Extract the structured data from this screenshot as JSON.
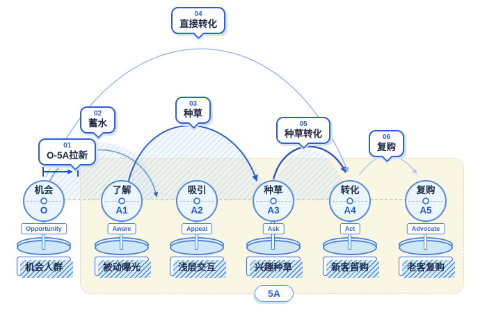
{
  "diagram": {
    "badge_5a": "5A"
  },
  "nodes": [
    {
      "title": "机会",
      "code": "O",
      "sign": "Opportunity",
      "label": "机会人群"
    },
    {
      "title": "了解",
      "code": "A1",
      "sign": "Aware",
      "label": "被动曝光"
    },
    {
      "title": "吸引",
      "code": "A2",
      "sign": "Appeal",
      "label": "浅层交互"
    },
    {
      "title": "种草",
      "code": "A3",
      "sign": "Ask",
      "label": "兴趣种草"
    },
    {
      "title": "转化",
      "code": "A4",
      "sign": "Act",
      "label": "新客首购"
    },
    {
      "title": "复购",
      "code": "A5",
      "sign": "Advocate",
      "label": "老客复购"
    }
  ],
  "callouts": [
    {
      "num": "01",
      "label": "O-5A拉新"
    },
    {
      "num": "02",
      "label": "蓄水"
    },
    {
      "num": "03",
      "label": "种草"
    },
    {
      "num": "04",
      "label": "直接转化"
    },
    {
      "num": "05",
      "label": "种草转化"
    },
    {
      "num": "06",
      "label": "复购"
    }
  ],
  "colors": {
    "primary_blue": "#2b5fd9",
    "dark_arrow": "#2a55c8",
    "light_arc": "#8fb0ee",
    "gray_arc": "#b8c6e2",
    "panel_beige": "#faf6e4",
    "node_fill": "#eaf5fc",
    "text_navy": "#1c2b4a"
  }
}
